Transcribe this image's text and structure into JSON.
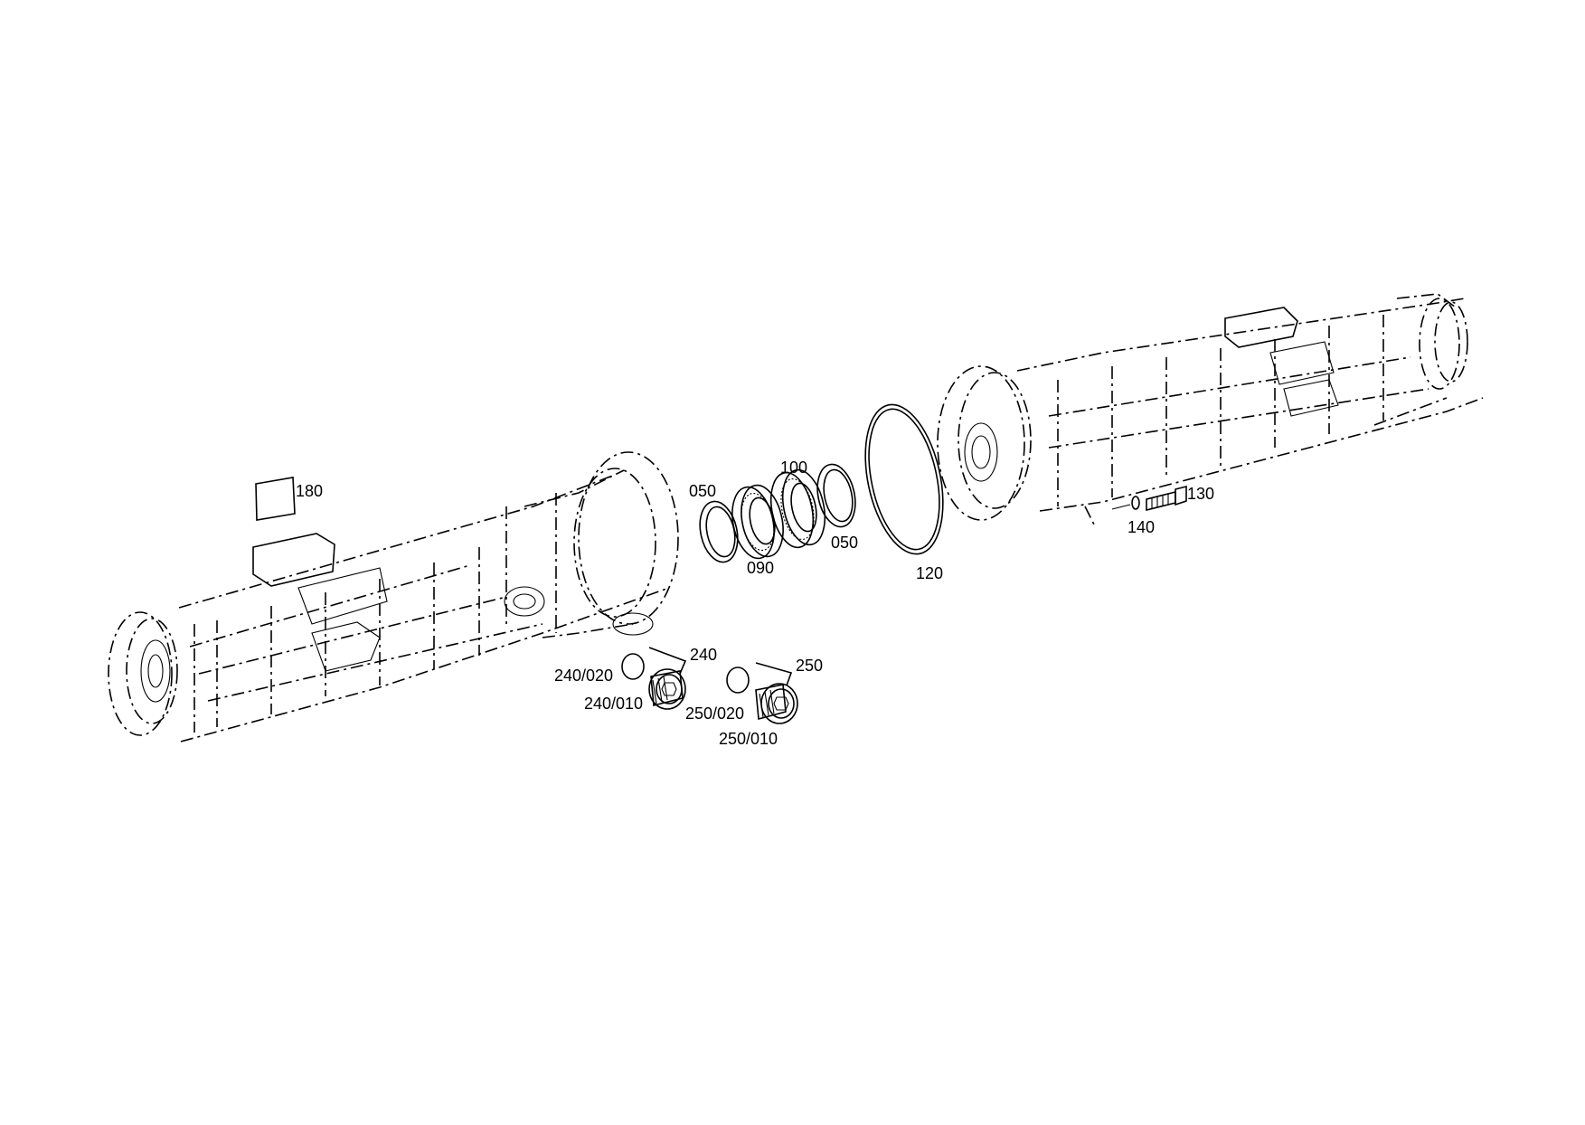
{
  "diagram": {
    "callouts": [
      {
        "id": "180",
        "text": "180"
      },
      {
        "id": "050a",
        "text": "050"
      },
      {
        "id": "100",
        "text": "100"
      },
      {
        "id": "090",
        "text": "090"
      },
      {
        "id": "050b",
        "text": "050"
      },
      {
        "id": "120",
        "text": "120"
      },
      {
        "id": "130",
        "text": "130"
      },
      {
        "id": "140",
        "text": "140"
      },
      {
        "id": "240",
        "text": "240"
      },
      {
        "id": "240_020",
        "text": "240/020"
      },
      {
        "id": "240_010",
        "text": "240/010"
      },
      {
        "id": "250",
        "text": "250"
      },
      {
        "id": "250_020",
        "text": "250/020"
      },
      {
        "id": "250_010",
        "text": "250/010"
      }
    ]
  }
}
